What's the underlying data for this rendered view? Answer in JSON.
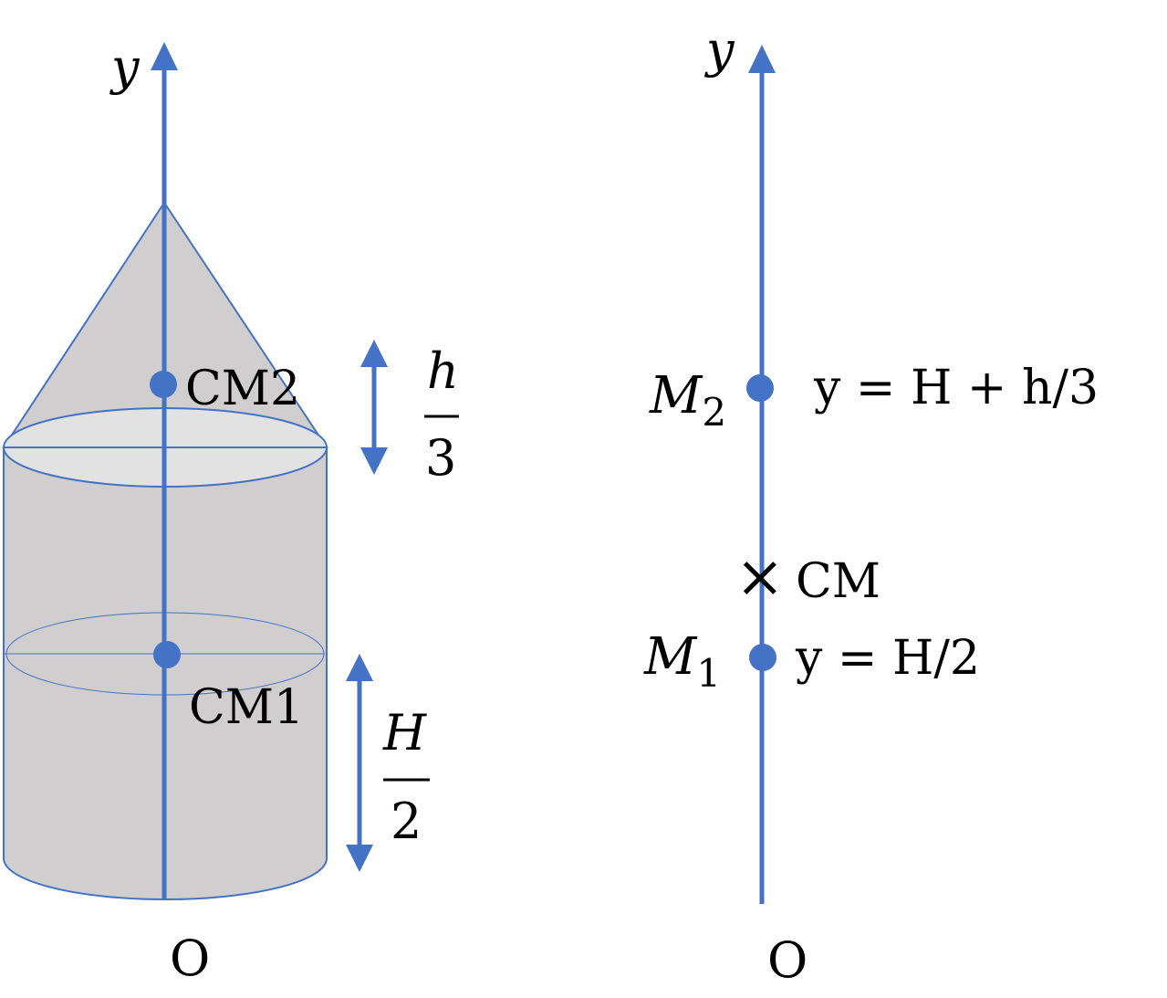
{
  "colors": {
    "axis": "#4472C4",
    "solid_fill": "#D0CECE",
    "solid_top_fill": "#E2E2E2",
    "solid_stroke": "#4472C4",
    "text": "#000000"
  },
  "left_figure": {
    "axis_label": "y",
    "origin_label": "O",
    "cm2_label": "CM2",
    "cm1_label": "CM1",
    "cone_offset": {
      "numerator": "h",
      "denominator": "3"
    },
    "cylinder_offset": {
      "numerator": "H",
      "denominator": "2"
    }
  },
  "right_figure": {
    "axis_label": "y",
    "origin_label": "O",
    "m2": {
      "symbol": "M",
      "subscript": "2",
      "position": "y = H + h/3"
    },
    "cm": {
      "marker": "×",
      "label": "CM"
    },
    "m1": {
      "symbol": "M",
      "subscript": "1",
      "position": "y = H/2"
    }
  }
}
